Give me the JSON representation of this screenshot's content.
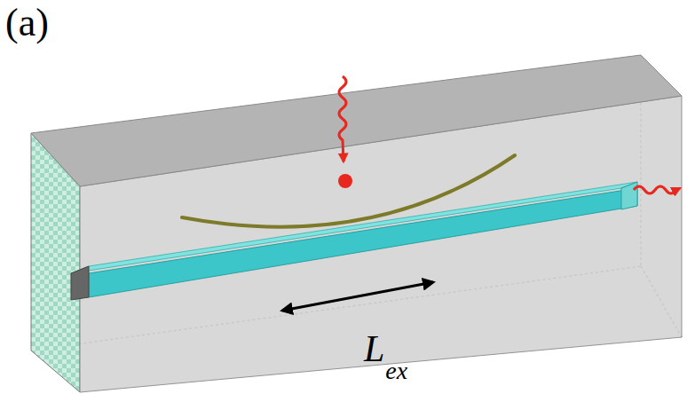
{
  "diagram": {
    "labels": [
      "(a)",
      "L",
      "ex"
    ]
  }
}
